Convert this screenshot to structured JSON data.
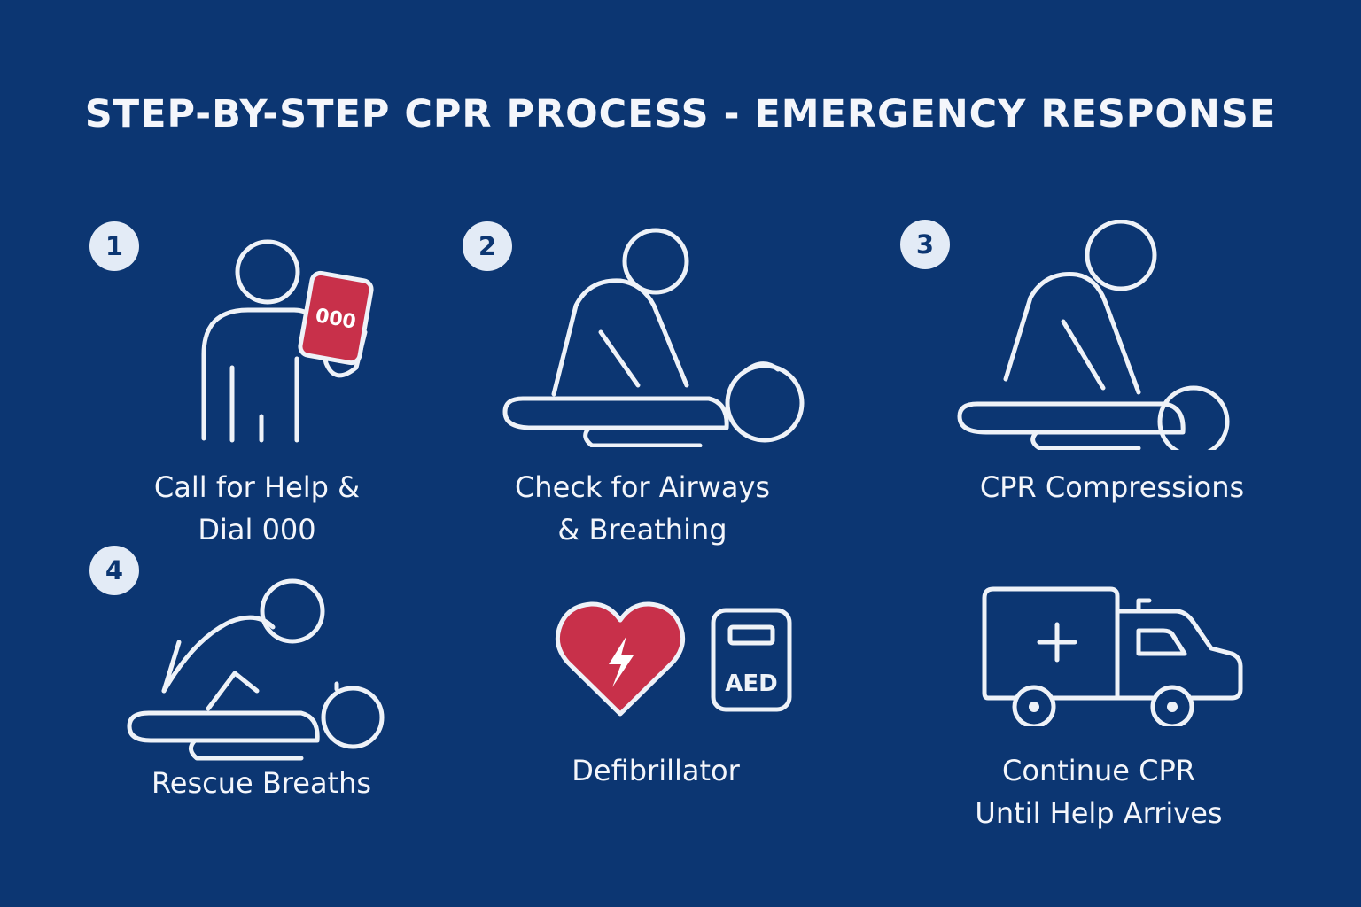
{
  "title": "STEP-BY-STEP CPR PROCESS - EMERGENCY RESPONSE",
  "colors": {
    "background": "#0c3672",
    "accent_red": "#c8304a",
    "line": "#eef2f8",
    "badge": "#e3ebf6"
  },
  "steps": [
    {
      "number": "1",
      "label_lines": [
        "Call for Help &",
        "Dial 000"
      ],
      "icon": "person-phone-icon",
      "phone_text": "000"
    },
    {
      "number": "2",
      "label_lines": [
        "Check for Airways",
        "& Breathing"
      ],
      "icon": "airway-check-icon"
    },
    {
      "number": "3",
      "label_lines": [
        "CPR Compressions"
      ],
      "icon": "cpr-compressions-icon"
    },
    {
      "number": "4",
      "label_lines": [
        "Rescue Breaths"
      ],
      "icon": "rescue-breaths-icon"
    }
  ],
  "defibrillator": {
    "label": "Defibrillator",
    "device_text": "AED",
    "icons": [
      "heart-bolt-icon",
      "aed-device-icon"
    ]
  },
  "continue": {
    "label_lines": [
      "Continue CPR",
      "Until Help Arrives"
    ],
    "icon": "ambulance-icon"
  }
}
